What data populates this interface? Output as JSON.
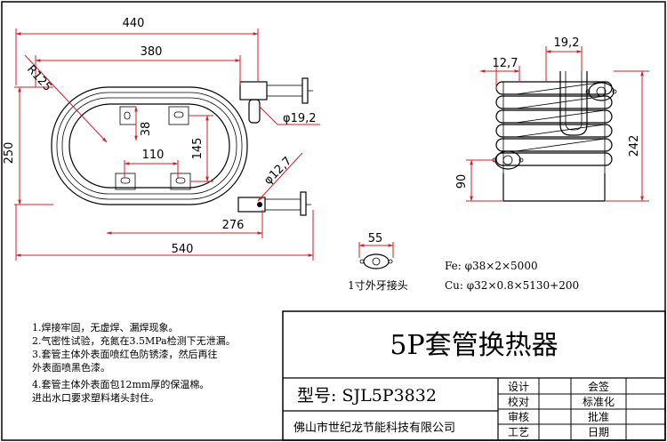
{
  "dimensions": {
    "overall_width": "440",
    "inner_width": "380",
    "radius": "R125",
    "height": "250",
    "bracket_vertical": "38",
    "bracket_span": "145",
    "bracket_horizontal": "110",
    "outlet_offset": "276",
    "overall_length": "540",
    "pipe_dia_large": "φ19,2",
    "pipe_dia_small": "φ12,7",
    "side_top": "19,2",
    "side_left": "12,7",
    "side_height": "242",
    "side_base": "90",
    "fitting_width": "55"
  },
  "fitting_label": "1寸外牙接头",
  "specs": {
    "fe": "Fe: φ38×2×5000",
    "cu": "Cu: φ32×0.8×5130+200"
  },
  "notes": [
    "1.焊接牢固，无虚焊、漏焊现象。",
    "2.气密性试验，充氮在3.5MPa检测下无泄漏。",
    "3.套管主体外表面喷红色防锈漆，然后再往",
    "外表面喷黑色漆。",
    "4.套管主体外表面包12mm厚的保温棉。",
    "进出水口要求塑料堵头封住。"
  ],
  "title_block": {
    "title": "5P套管换热器",
    "model": "型号: SJL5P3832",
    "company": "佛山市世纪龙节能科技有限公司",
    "cells": [
      "设计",
      "校对",
      "审核",
      "工艺"
    ],
    "cells2": [
      "会签",
      "标准化",
      "批准",
      "日期"
    ]
  }
}
